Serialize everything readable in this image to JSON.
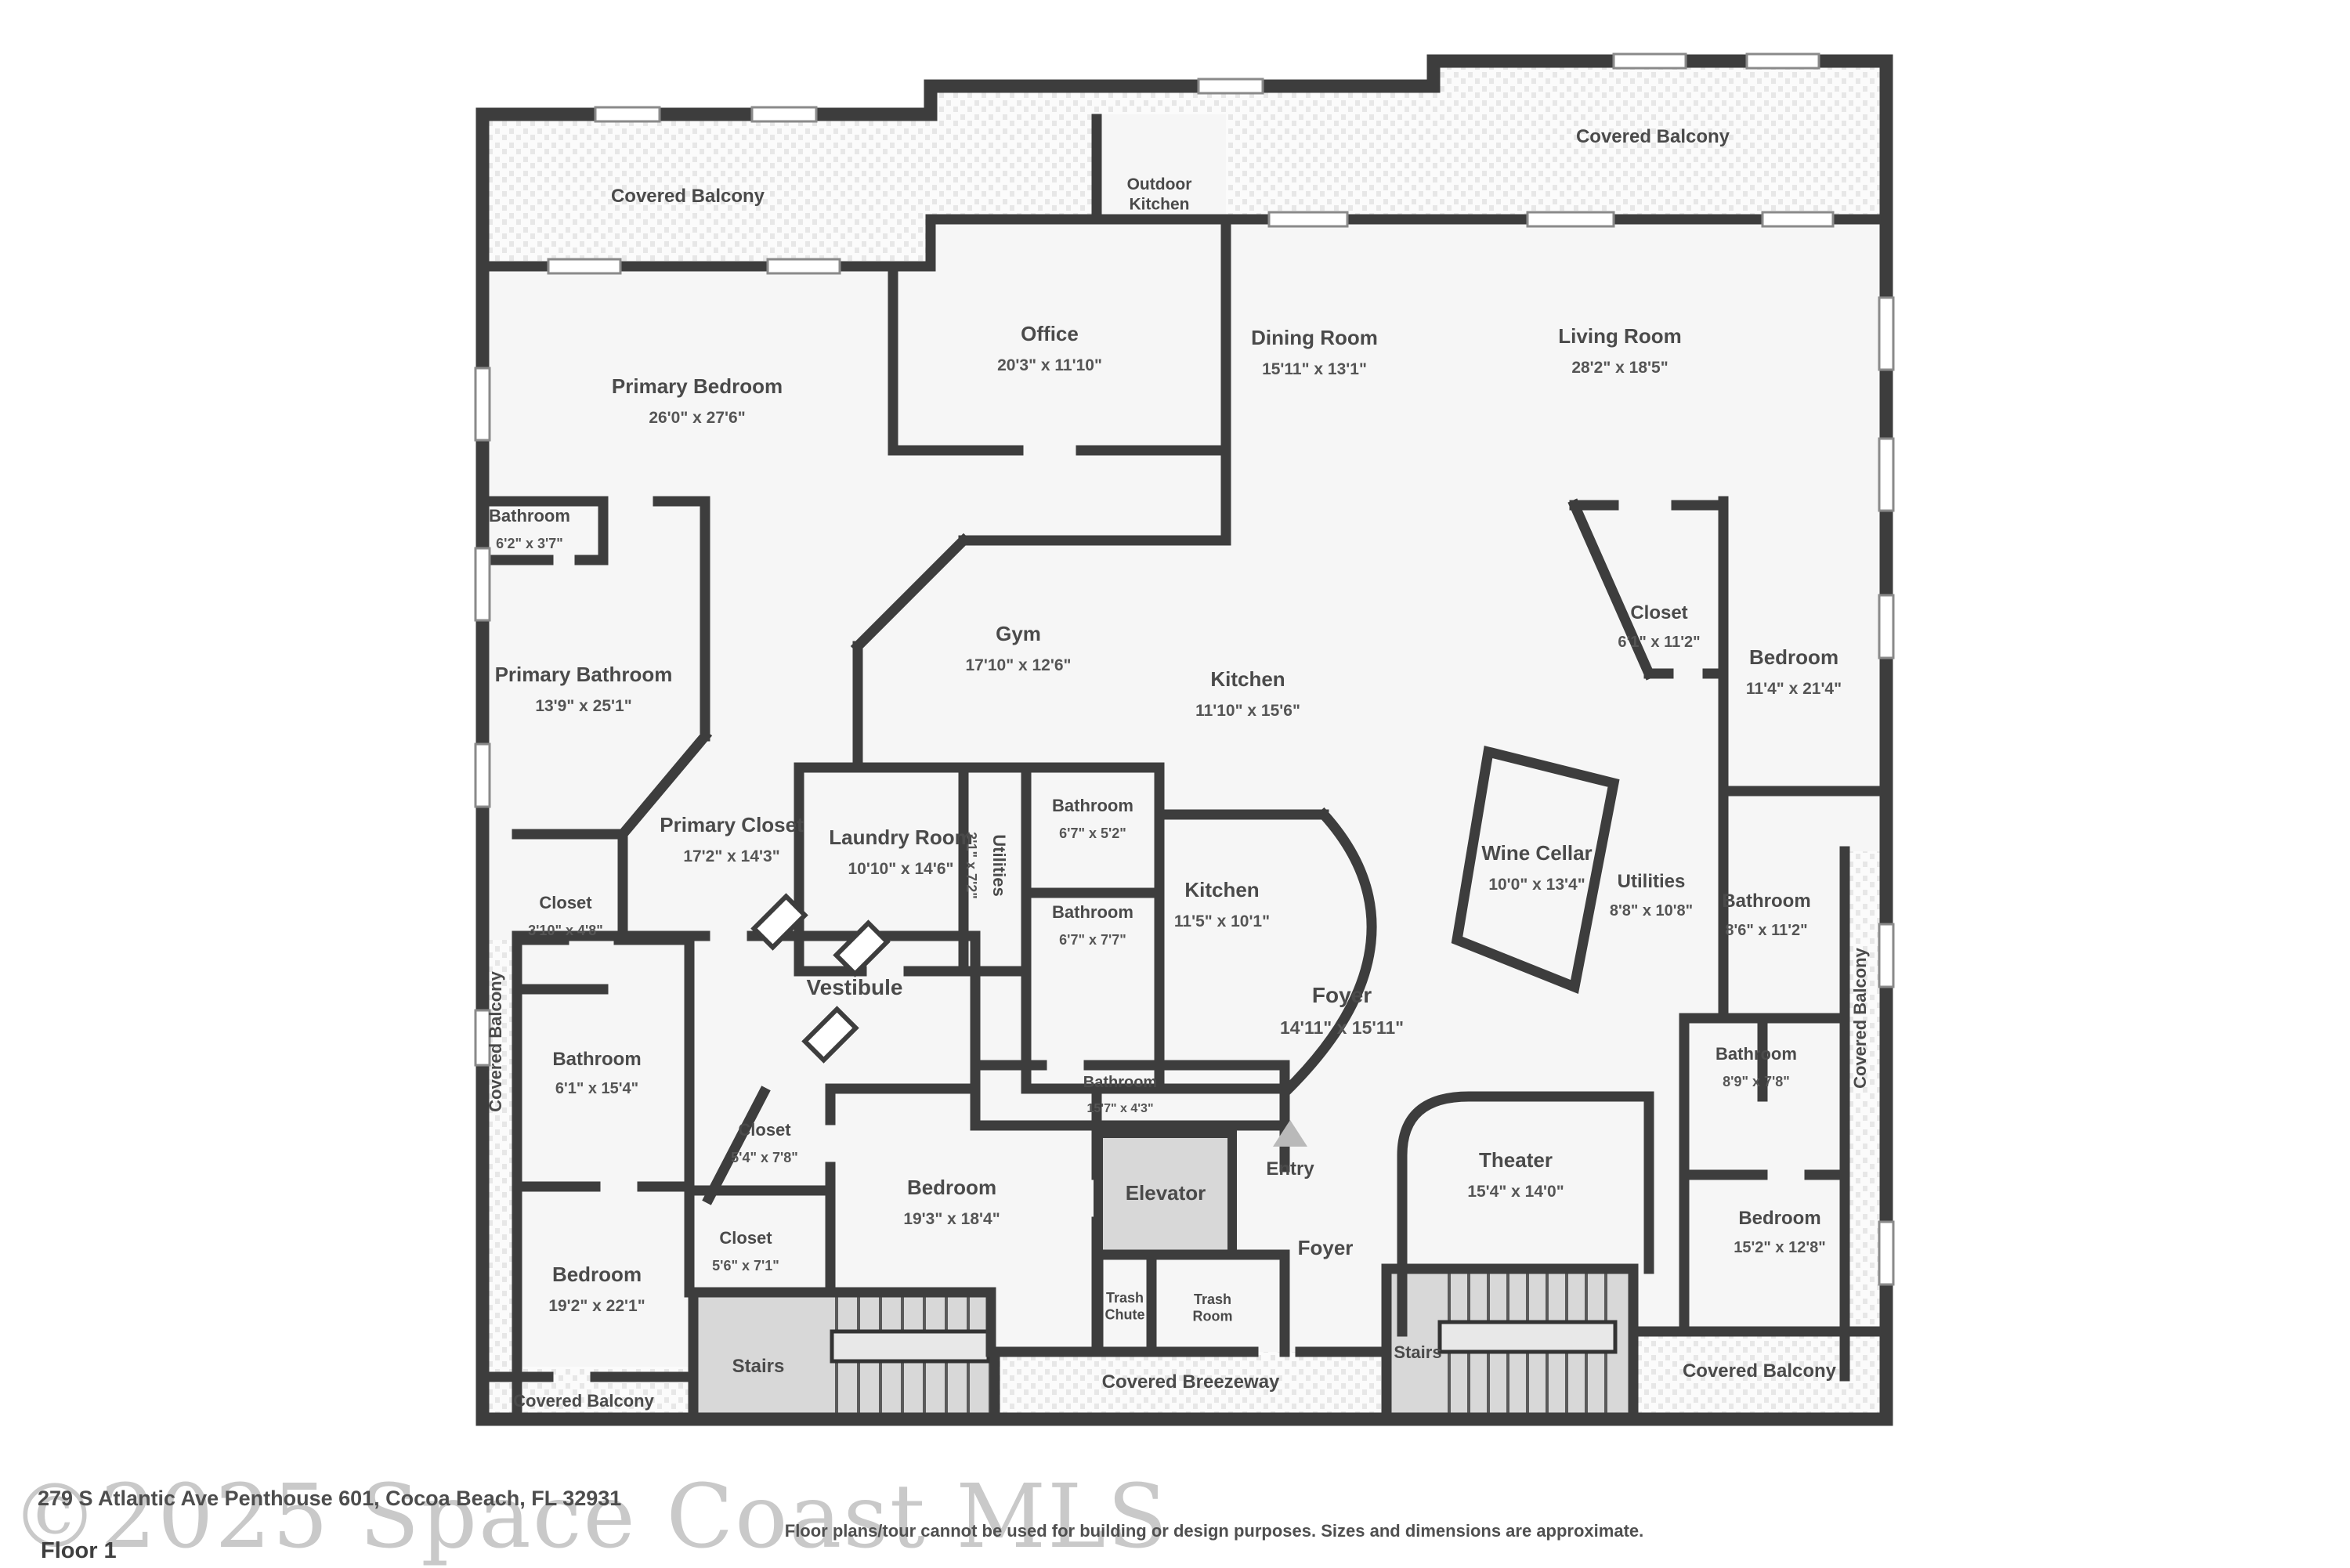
{
  "footer": {
    "address": "279 S Atlantic Ave Penthouse 601, Cocoa Beach, FL 32931",
    "floor_label": "Floor 1",
    "watermark": "©2025 Space Coast MLS",
    "disclaimer": "Floor plans/tour cannot be used for building or design purposes. Sizes and dimensions are approximate."
  },
  "colors": {
    "wall": "#3d3d3d",
    "room_fill": "#f6f6f6",
    "balcony_fill": "#fbfbfb",
    "balcony_dot": "#e7e7e7",
    "stairs_fill": "#d8d8d8",
    "label_text": "#4a4a4a",
    "entry_marker": "#b9b9b9"
  },
  "rooms": [
    {
      "label": "Covered Balcony",
      "dims": ""
    },
    {
      "label": "Outdoor Kitchen",
      "dims": ""
    },
    {
      "label": "Covered Balcony",
      "dims": ""
    },
    {
      "label": "Office",
      "dims": "20'3\" x 11'10\""
    },
    {
      "label": "Dining Room",
      "dims": "15'11\" x 13'1\""
    },
    {
      "label": "Living Room",
      "dims": "28'2\" x 18'5\""
    },
    {
      "label": "Primary Bedroom",
      "dims": "26'0\" x 27'6\""
    },
    {
      "label": "Bathroom",
      "dims": "6'2\" x 3'7\""
    },
    {
      "label": "Primary Bathroom",
      "dims": "13'9\" x 25'1\""
    },
    {
      "label": "Gym",
      "dims": "17'10\" x 12'6\""
    },
    {
      "label": "Kitchen",
      "dims": "11'10\" x 15'6\""
    },
    {
      "label": "Closet",
      "dims": "6'1\" x 11'2\""
    },
    {
      "label": "Bedroom",
      "dims": "11'4\" x 21'4\""
    },
    {
      "label": "Utilities",
      "dims": "3'1\" x 7'2\""
    },
    {
      "label": "Bathroom",
      "dims": "6'7\" x 5'2\""
    },
    {
      "label": "Laundry Room",
      "dims": "10'10\" x 14'6\""
    },
    {
      "label": "Primary Closet",
      "dims": "17'2\" x 14'3\""
    },
    {
      "label": "Bathroom",
      "dims": "6'7\" x 7'7\""
    },
    {
      "label": "Kitchen",
      "dims": "11'5\" x 10'1\""
    },
    {
      "label": "Wine Cellar",
      "dims": "10'0\" x 13'4\""
    },
    {
      "label": "Utilities",
      "dims": "8'8\" x 10'8\""
    },
    {
      "label": "Bathroom",
      "dims": "8'6\" x 11'2\""
    },
    {
      "label": "Closet",
      "dims": "3'10\" x 4'8\""
    },
    {
      "label": "Vestibule",
      "dims": ""
    },
    {
      "label": "Foyer",
      "dims": "14'11\" x 15'11\""
    },
    {
      "label": "Covered Balcony",
      "dims": ""
    },
    {
      "label": "Covered Balcony",
      "dims": ""
    },
    {
      "label": "Bathroom",
      "dims": "6'1\" x 15'4\""
    },
    {
      "label": "Bathroom",
      "dims": "15'7\" x 4'3\""
    },
    {
      "label": "Bathroom",
      "dims": "8'9\" x 7'8\""
    },
    {
      "label": "Closet",
      "dims": "5'4\" x 7'8\""
    },
    {
      "label": "Bedroom",
      "dims": "19'3\" x 18'4\""
    },
    {
      "label": "Closet",
      "dims": "5'6\" x 7'1\""
    },
    {
      "label": "Elevator",
      "dims": ""
    },
    {
      "label": "Entry",
      "dims": ""
    },
    {
      "label": "Theater",
      "dims": "15'4\" x 14'0\""
    },
    {
      "label": "Bedroom",
      "dims": "15'2\" x 12'8\""
    },
    {
      "label": "Bedroom",
      "dims": "19'2\" x 22'1\""
    },
    {
      "label": "Foyer",
      "dims": ""
    },
    {
      "label": "Trash Chute",
      "dims": ""
    },
    {
      "label": "Trash Room",
      "dims": ""
    },
    {
      "label": "Stairs",
      "dims": ""
    },
    {
      "label": "Stairs",
      "dims": ""
    },
    {
      "label": "Covered Breezeway",
      "dims": ""
    },
    {
      "label": "Covered Balcony",
      "dims": ""
    },
    {
      "label": "Covered Balcony",
      "dims": ""
    }
  ]
}
